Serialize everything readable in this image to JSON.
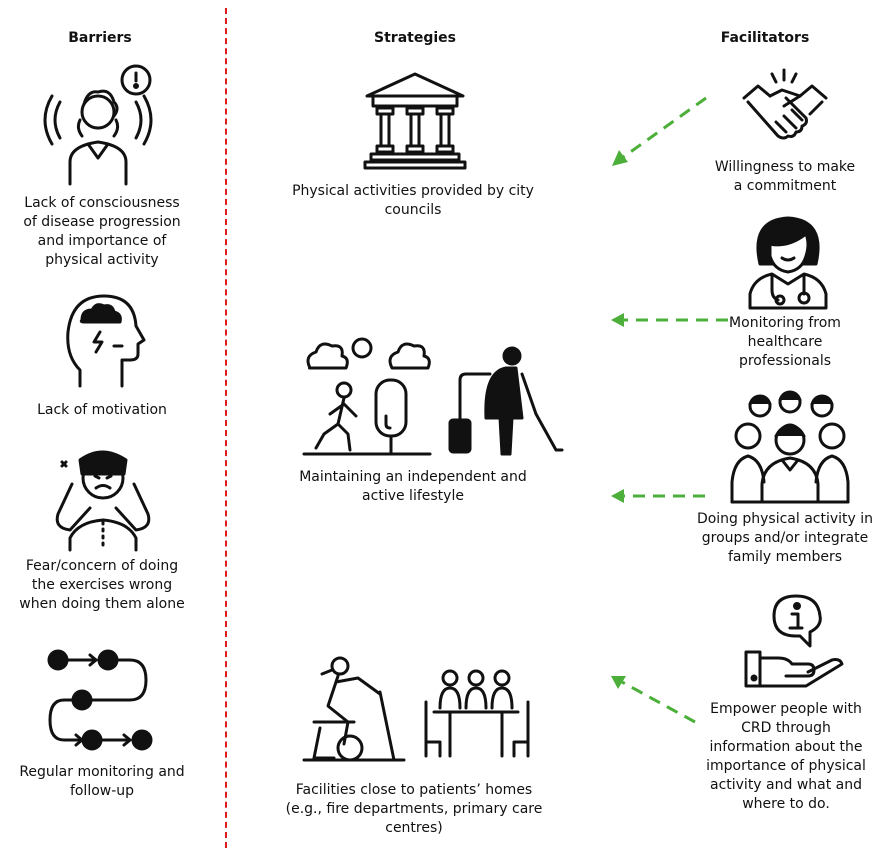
{
  "headers": {
    "barriers": "Barriers",
    "strategies": "Strategies",
    "facilitators": "Facilitators"
  },
  "barriers": [
    {
      "icon": "worried-person-icon",
      "lines": [
        "Lack of consciousness",
        "of disease progression",
        "and importance of",
        "physical activity"
      ]
    },
    {
      "icon": "head-storm-cloud-icon",
      "lines": [
        "Lack of motivation"
      ]
    },
    {
      "icon": "stressed-person-icon",
      "lines": [
        "Fear/concern of doing",
        "the exercises wrong",
        "when doing them alone"
      ]
    },
    {
      "icon": "process-flow-icon",
      "lines": [
        "Regular monitoring and",
        "follow-up"
      ]
    }
  ],
  "strategies": [
    {
      "icon": "city-hall-icon",
      "lines": [
        "Physical activities provided by city",
        "councils"
      ]
    },
    {
      "icon": "active-lifestyle-icon",
      "lines": [
        "Maintaining an independent and",
        "active lifestyle"
      ]
    },
    {
      "icon": "exercise-facility-icon",
      "lines": [
        "Facilities close to patients’ homes",
        "(e.g., fire departments, primary care",
        "centres)"
      ]
    }
  ],
  "facilitators": [
    {
      "icon": "handshake-icon",
      "lines": [
        "Willingness to make",
        "a commitment"
      ]
    },
    {
      "icon": "healthcare-professional-icon",
      "lines": [
        "Monitoring from",
        "healthcare",
        "professionals"
      ]
    },
    {
      "icon": "group-people-icon",
      "lines": [
        "Doing physical activity in",
        "groups and/or integrate",
        "family members"
      ]
    },
    {
      "icon": "information-hand-icon",
      "lines": [
        "Empower people with",
        "CRD through",
        "information about the",
        "importance of physical",
        "activity and what and",
        "where to do."
      ]
    }
  ],
  "colors": {
    "divider": "#e01b1b",
    "arrow": "#4caf3a",
    "icon": "#111111"
  }
}
